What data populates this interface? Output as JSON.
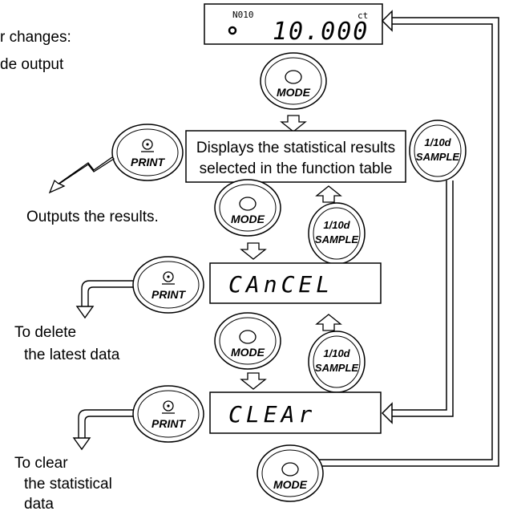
{
  "header": {
    "line1": "r changes:",
    "line2": "de output"
  },
  "display": {
    "top": {
      "indicator": "N010",
      "value": "10.000",
      "unit": "ct"
    },
    "cancel": "CAnCEL",
    "clear": "CLEAr"
  },
  "statbox": {
    "line1": "Displays the statistical results",
    "line2": "selected in the function table"
  },
  "buttons": {
    "mode": "MODE",
    "print": "PRINT",
    "sample_top": "1/10d",
    "sample_bottom": "SAMPLE"
  },
  "notes": {
    "outputs": "Outputs the results.",
    "delete_1": "To delete",
    "delete_2": "the latest data",
    "clear_1": "To clear",
    "clear_2": "the statistical",
    "clear_3": "data"
  }
}
